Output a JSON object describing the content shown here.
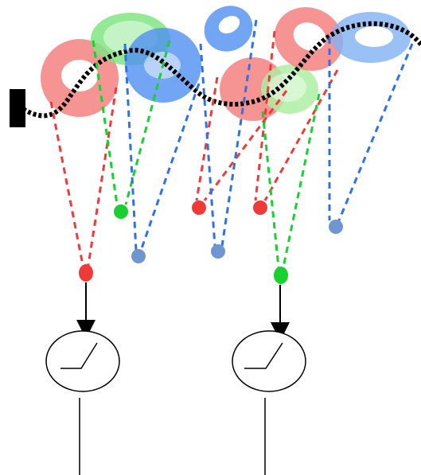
{
  "colors": {
    "red": "#f03a3a",
    "red_field": "#f47c7c",
    "green": "#18d12f",
    "green_field": "#7ce47f",
    "blue": "#2e72e8",
    "blue_field": "#4f8ff0",
    "blue_point": "#6f96d0",
    "black": "#000000"
  },
  "receptive_fields": [
    {
      "id": "red-1",
      "color": "red"
    },
    {
      "id": "green-1",
      "color": "green"
    },
    {
      "id": "blue-1",
      "color": "blue"
    },
    {
      "id": "blue-2",
      "color": "blue"
    },
    {
      "id": "red-2",
      "color": "red"
    },
    {
      "id": "red-3",
      "color": "red"
    },
    {
      "id": "green-2",
      "color": "green"
    },
    {
      "id": "blue-3",
      "color": "blue"
    }
  ],
  "connection_points": [
    {
      "id": "red-output-left",
      "color": "red"
    },
    {
      "id": "green-output-left",
      "color": "green"
    },
    {
      "id": "blue-output-left",
      "color": "blue"
    },
    {
      "id": "red-output-middle",
      "color": "red"
    },
    {
      "id": "blue-output-middle",
      "color": "blue"
    },
    {
      "id": "red-output-right",
      "color": "red"
    },
    {
      "id": "green-output-right",
      "color": "green"
    },
    {
      "id": "blue-output-right",
      "color": "blue"
    }
  ],
  "output_units": [
    {
      "id": "left-unit",
      "input_color": "red"
    },
    {
      "id": "right-unit",
      "input_color": "green"
    }
  ],
  "icons": {
    "trajectory": "dotted-wave-icon",
    "activation": "ramp-function-icon",
    "arrow": "arrow-down-icon"
  }
}
